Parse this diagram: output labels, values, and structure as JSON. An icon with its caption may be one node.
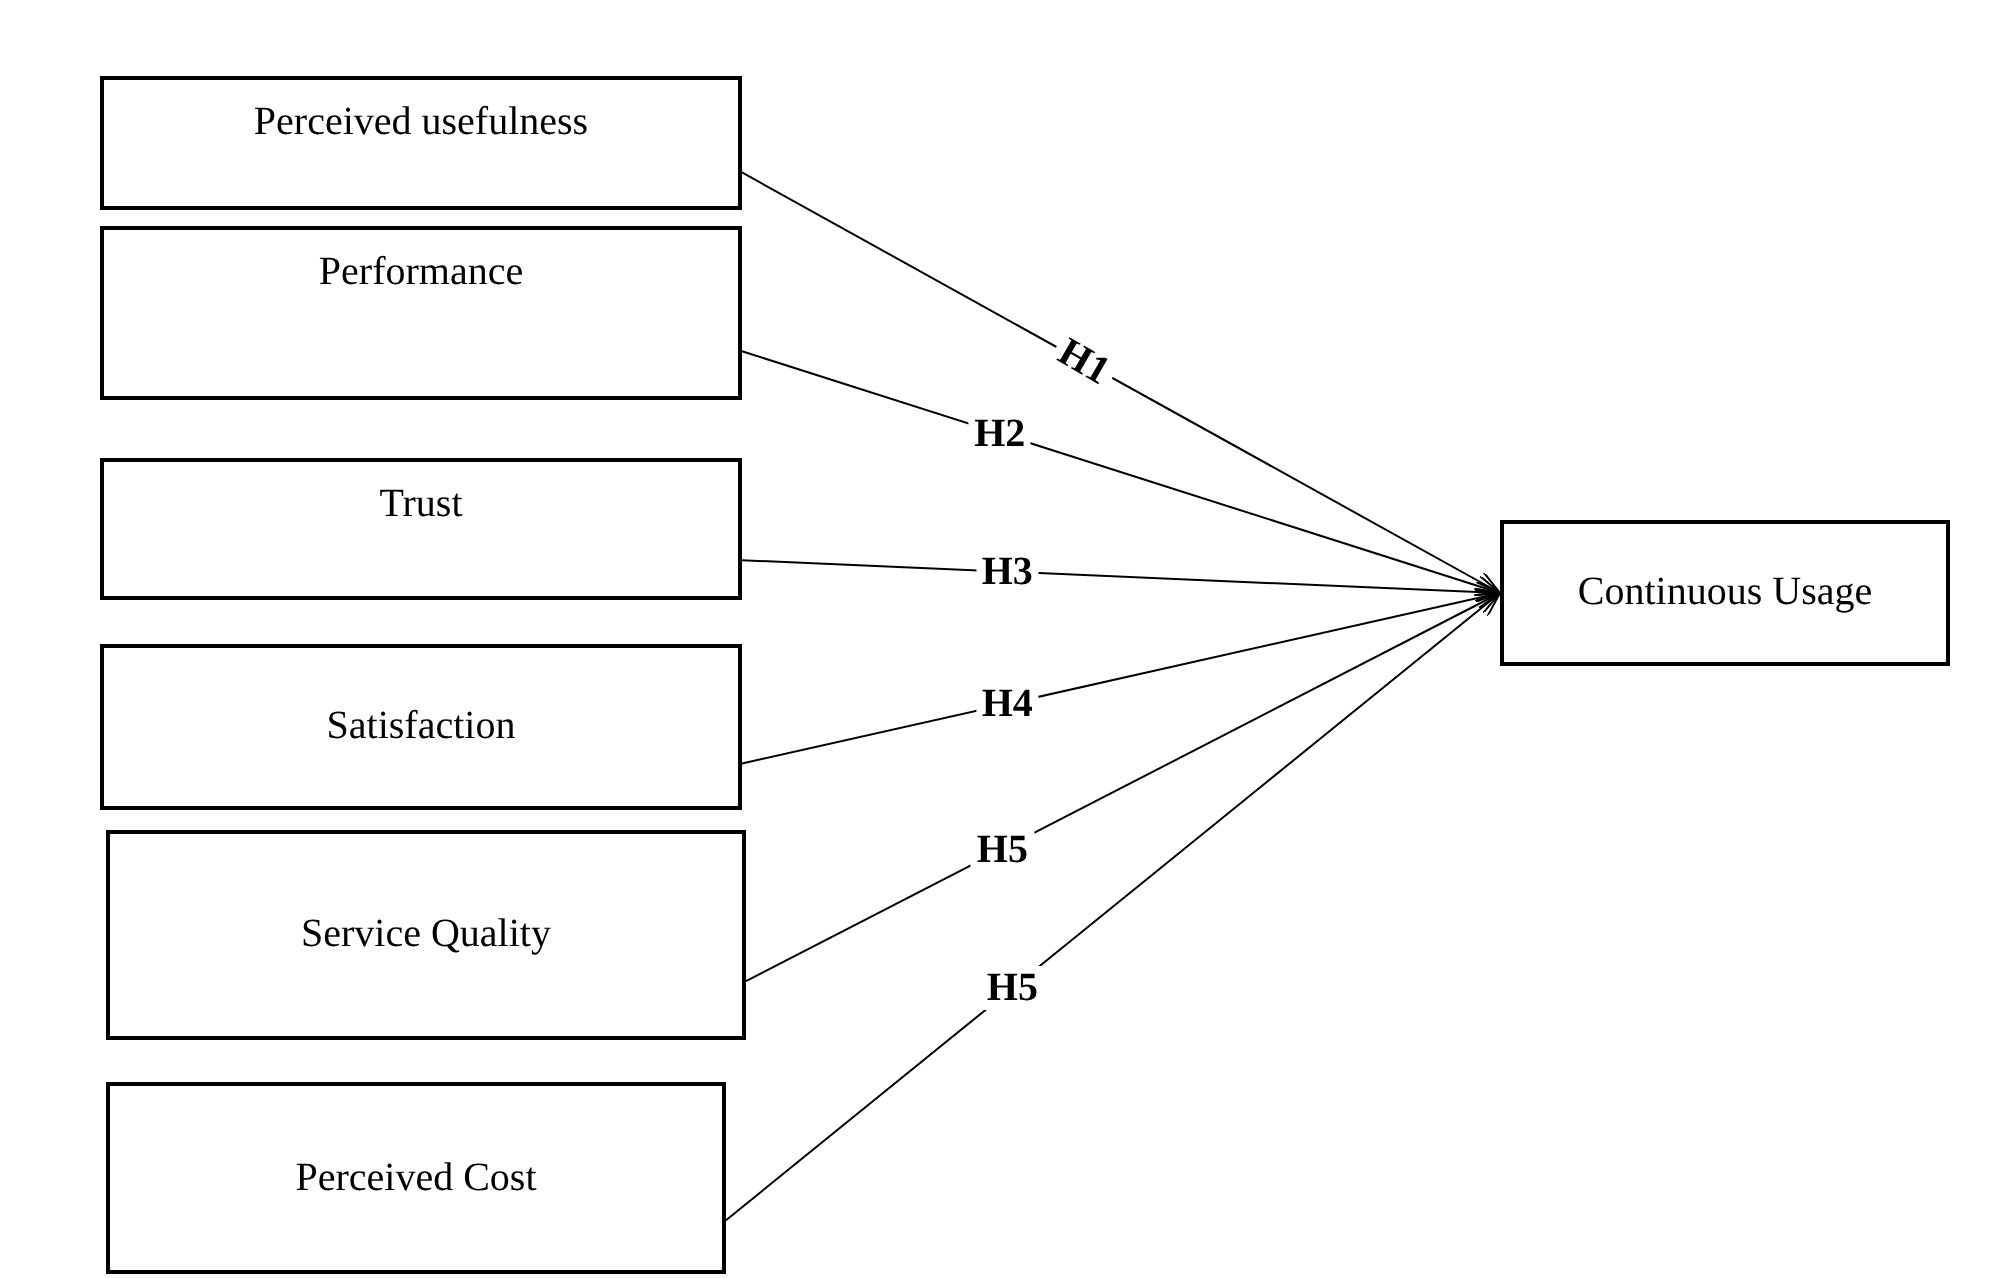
{
  "diagram": {
    "nodes": [
      {
        "text": [
          "Perceived usefulness"
        ]
      },
      {
        "text": [
          "Performance"
        ]
      },
      {
        "text": [
          "Trust"
        ]
      },
      {
        "text": [
          "Satisfaction"
        ]
      },
      {
        "text": [
          "Service Quality"
        ]
      },
      {
        "text": [
          "Perceived Cost"
        ]
      },
      {
        "text": [
          "Continuous Usage"
        ]
      }
    ],
    "edges": [
      {
        "from": 0,
        "to": 6,
        "arrow": "to",
        "label": "H1"
      },
      {
        "from": 1,
        "to": 6,
        "arrow": "to",
        "label": "H2"
      },
      {
        "from": 2,
        "to": 6,
        "arrow": "to",
        "label": "H3"
      },
      {
        "from": 3,
        "to": 6,
        "arrow": "to",
        "label": "H4"
      },
      {
        "from": 4,
        "to": 6,
        "arrow": "to",
        "label": "H5"
      },
      {
        "from": 5,
        "to": 6,
        "arrow": "to",
        "label": "H5"
      }
    ]
  }
}
